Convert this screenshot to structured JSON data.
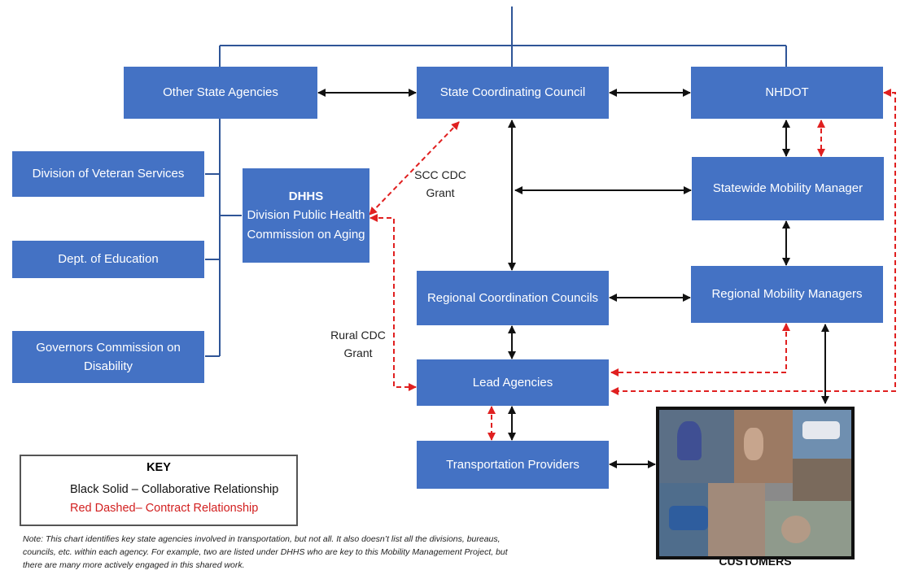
{
  "boxes": {
    "other_state_agencies": [
      "Other State Agencies"
    ],
    "state_coordinating_council": [
      "State Coordinating Council"
    ],
    "nhdot": [
      "NHDOT"
    ],
    "division_veteran_services": [
      "Division of Veteran Services"
    ],
    "dept_education": [
      "Dept. of Education"
    ],
    "governors_commission": [
      "Governors Commission on",
      "Disability"
    ],
    "dhhs": [
      "DHHS",
      "Division Public Health",
      "Commission on Aging"
    ],
    "statewide_mobility_manager": [
      "Statewide Mobility Manager"
    ],
    "regional_coordination_councils": [
      "Regional Coordination Councils"
    ],
    "regional_mobility_managers": [
      "Regional Mobility Managers"
    ],
    "lead_agencies": [
      "Lead Agencies"
    ],
    "transportation_providers": [
      "Transportation Providers"
    ]
  },
  "labels": {
    "scc_grant": [
      "SCC CDC",
      "Grant"
    ],
    "rural_grant": [
      "Rural CDC",
      "Grant"
    ]
  },
  "key": {
    "title": "KEY",
    "black": "Black Solid – Collaborative Relationship",
    "red": "Red Dashed– Contract Relationship"
  },
  "note": "Note:  This chart identifies key state agencies involved in transportation, but not all.  It also doesn’t list all the divisions, bureaus, councils, etc. within each agency.  For example, two are listed under DHHS who are key to this Mobility Management Project, but there are many more actively engaged in this shared work.",
  "customers_label": "CUSTOMERS",
  "colors": {
    "box_fill": "#4472c4",
    "tree_line": "#2f5597",
    "collaborative": "#111111",
    "contract": "#e02020"
  }
}
